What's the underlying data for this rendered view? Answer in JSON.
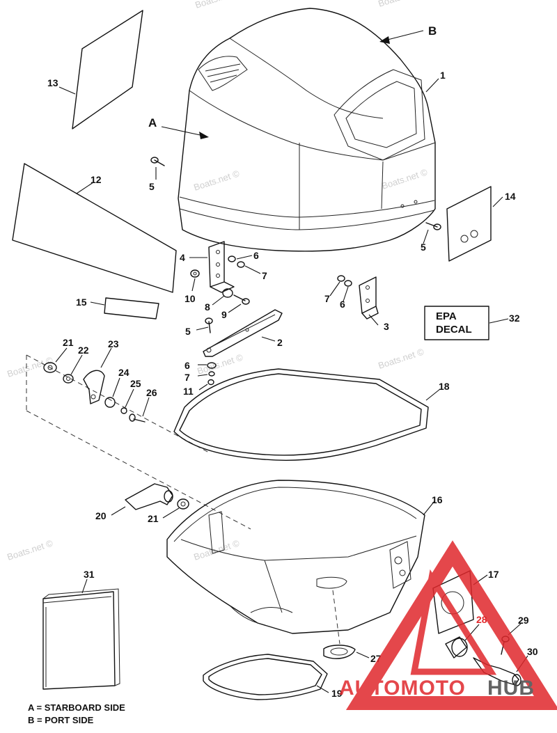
{
  "labels": {
    "1": "1",
    "2": "2",
    "3": "3",
    "4": "4",
    "5a": "5",
    "5b": "5",
    "5c": "5",
    "6a": "6",
    "6b": "6",
    "6c": "6",
    "7a": "7",
    "7b": "7",
    "7c": "7",
    "8": "8",
    "9": "9",
    "10": "10",
    "11": "11",
    "12": "12",
    "13": "13",
    "14": "14",
    "15": "15",
    "16": "16",
    "17": "17",
    "18": "18",
    "19": "19",
    "20": "20",
    "21a": "21",
    "21b": "21",
    "22": "22",
    "23": "23",
    "24": "24",
    "25": "25",
    "26": "26",
    "27": "27",
    "28": "28",
    "29": "29",
    "30": "30",
    "31": "31",
    "32": "32"
  },
  "view_markers": {
    "a": "A",
    "b": "B"
  },
  "decal": {
    "line1": "EPA",
    "line2": "DECAL"
  },
  "legend": {
    "a": "A = STARBOARD SIDE",
    "b": "B = PORT SIDE"
  },
  "watermark": "Boats.net ©",
  "logo": {
    "part1": "AUTOMOTO",
    "part2": "HUB"
  },
  "colors": {
    "logo_red": "#e0282c",
    "logo_dark": "#4a4a4a",
    "watermark": "#cfcfcf"
  }
}
